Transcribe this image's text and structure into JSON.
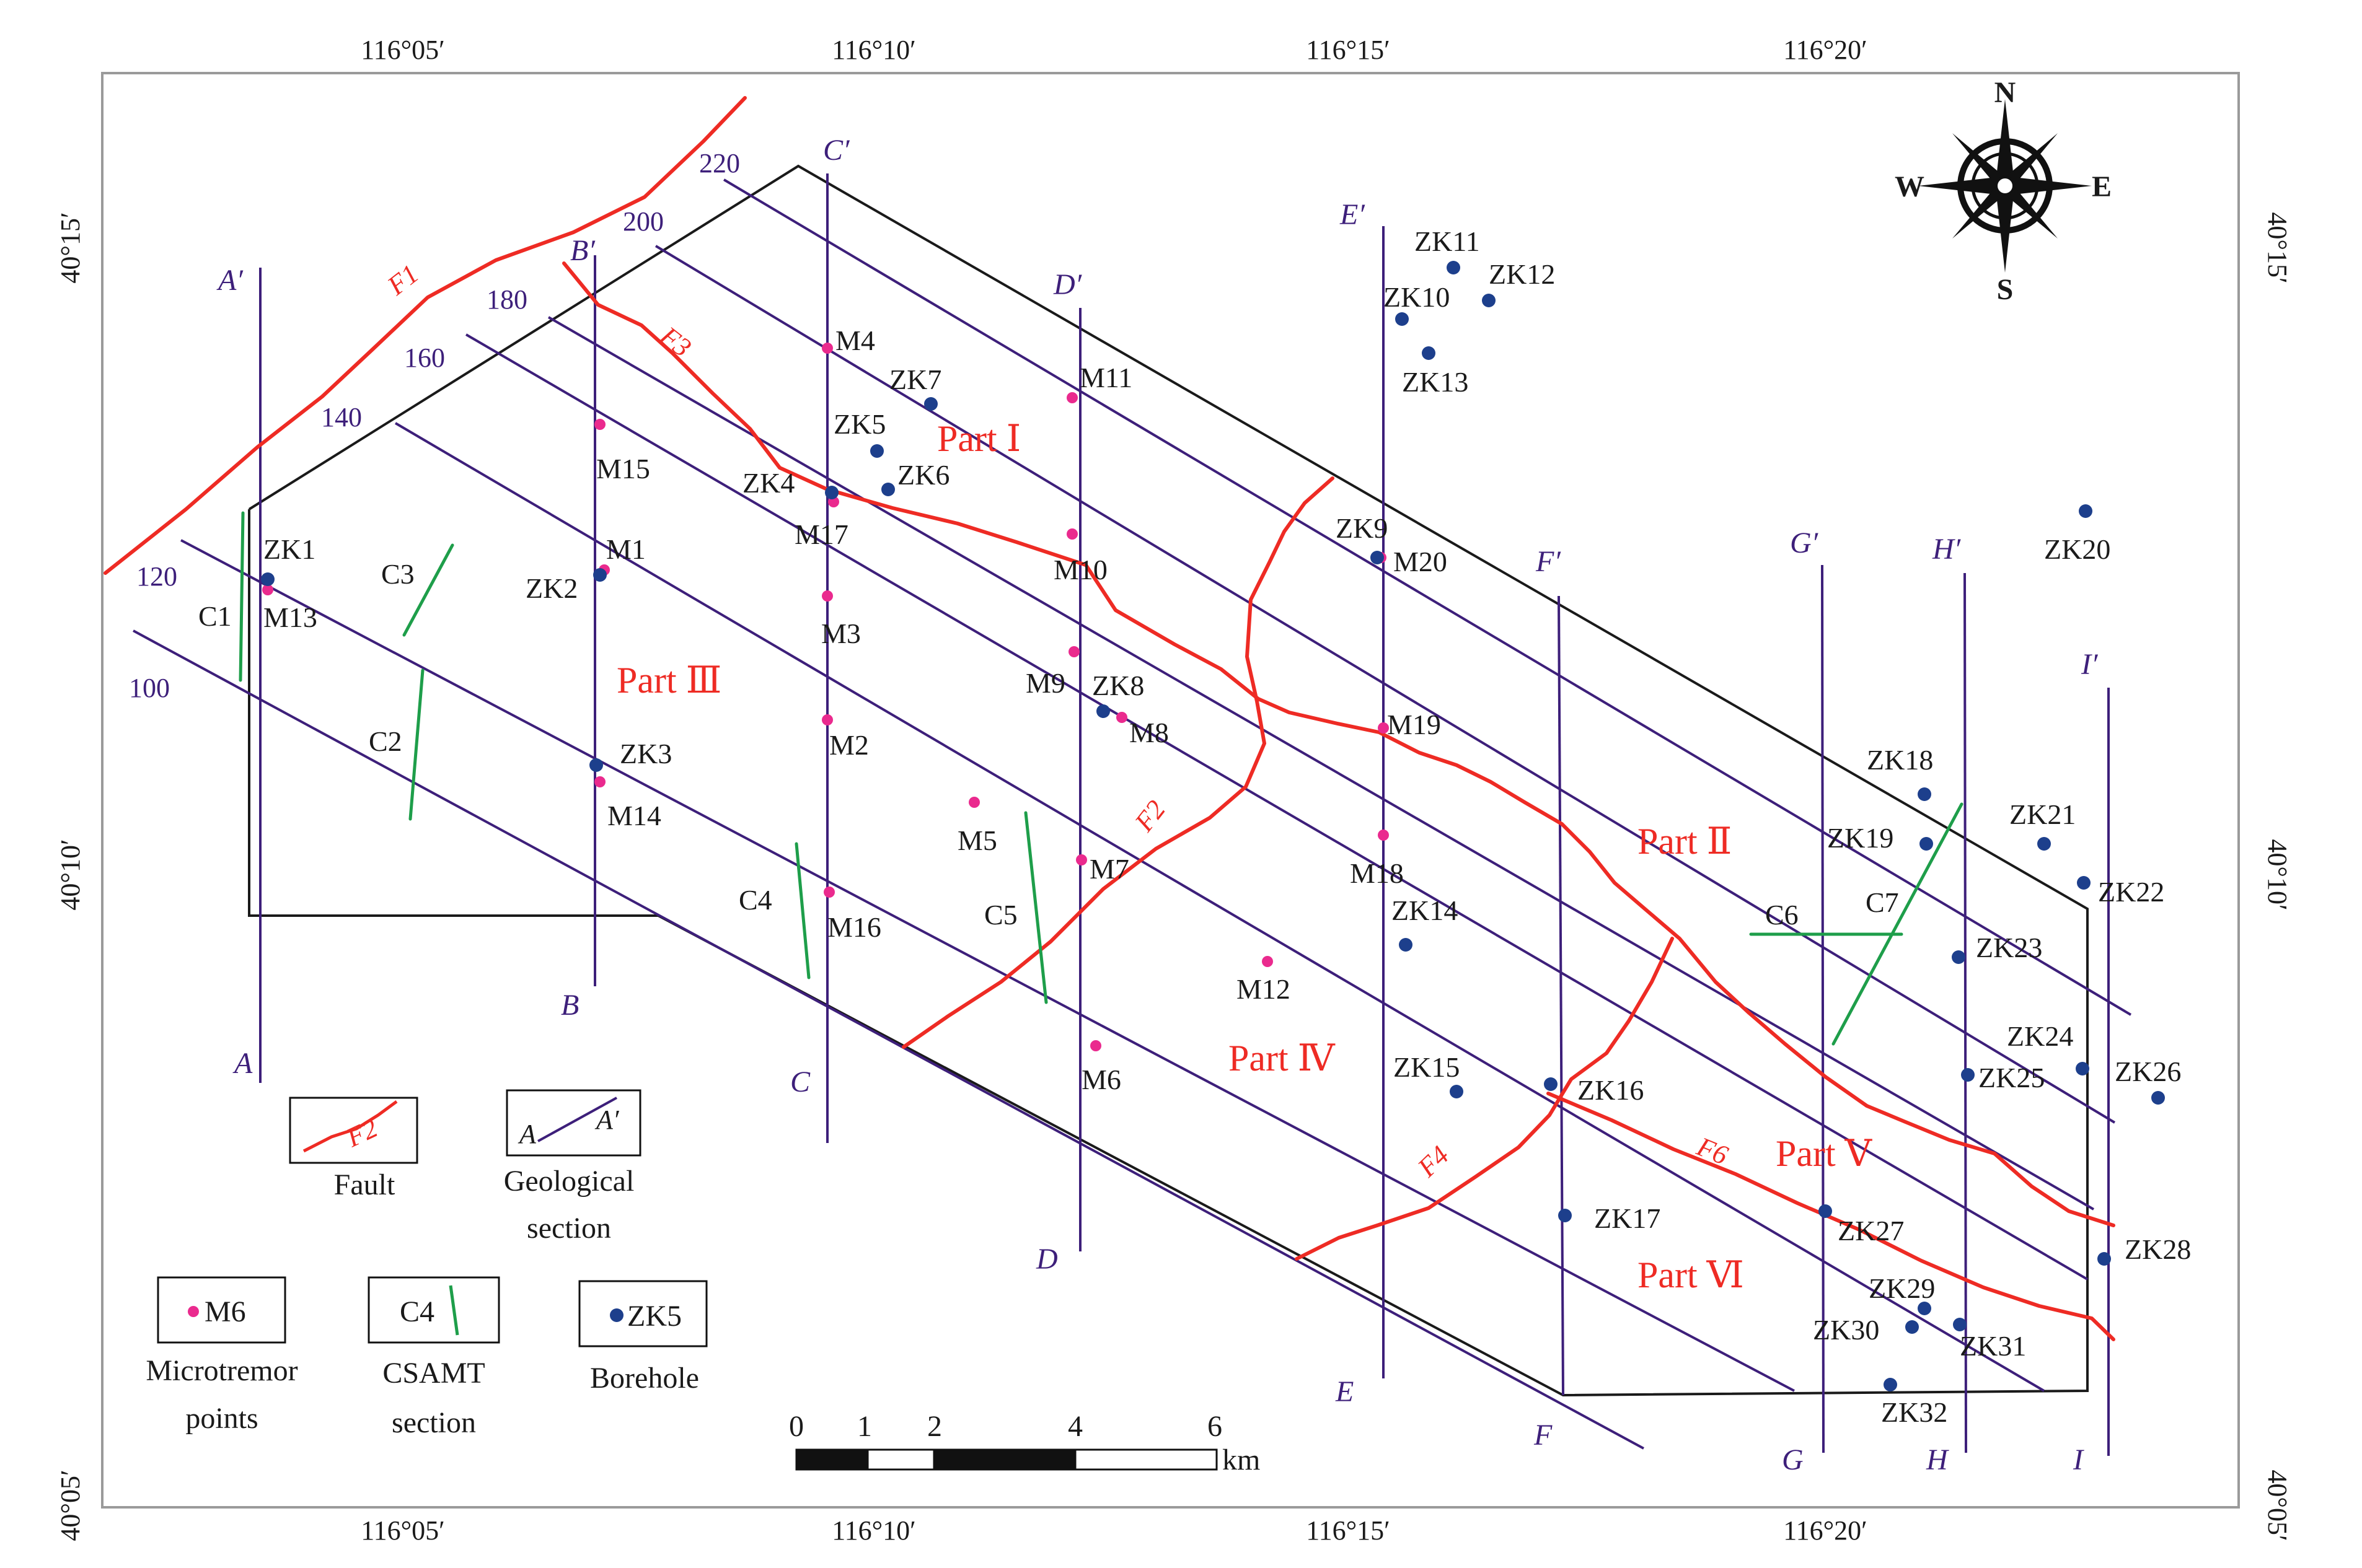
{
  "colors": {
    "fault": "#ee2b24",
    "section": "#3d1f7a",
    "csamt": "#1e9e4a",
    "micro": "#ea2a8e",
    "borehole": "#1d3f8c",
    "frame": "#9a9a9a"
  },
  "axes": {
    "top": [
      "116°05′",
      "116°10′",
      "116°15′",
      "116°20′"
    ],
    "bottom": [
      "116°05′",
      "116°10′",
      "116°15′",
      "116°20′"
    ],
    "left": [
      "40°15′",
      "40°10′",
      "40°05′"
    ],
    "right": [
      "40°15′",
      "40°10′",
      "40°05′"
    ]
  },
  "compass": {
    "n": "N",
    "s": "S",
    "e": "E",
    "w": "W",
    "icon": "compass-rose-icon"
  },
  "sections": [
    {
      "top": "A′",
      "bottom": "A"
    },
    {
      "top": "B′",
      "bottom": "B"
    },
    {
      "top": "C′",
      "bottom": "C"
    },
    {
      "top": "D′",
      "bottom": "D"
    },
    {
      "top": "E′",
      "bottom": "E"
    },
    {
      "top": "F′",
      "bottom": "F"
    },
    {
      "top": "G′",
      "bottom": "G"
    },
    {
      "top": "H′",
      "bottom": "H"
    },
    {
      "top": "I′",
      "bottom": "I"
    }
  ],
  "lines": [
    "100",
    "120",
    "140",
    "160",
    "180",
    "200",
    "220"
  ],
  "faults": [
    "F1",
    "F2",
    "F3",
    "F4",
    "F6"
  ],
  "parts": [
    "Part Ⅰ",
    "Part Ⅱ",
    "Part Ⅲ",
    "Part Ⅳ",
    "Part Ⅴ",
    "Part Ⅵ"
  ],
  "csamt": [
    "C1",
    "C2",
    "C3",
    "C4",
    "C5",
    "C6",
    "C7"
  ],
  "micro": [
    "M1",
    "M2",
    "M3",
    "M4",
    "M5",
    "M6",
    "M7",
    "M8",
    "M9",
    "M10",
    "M11",
    "M12",
    "M13",
    "M14",
    "M15",
    "M16",
    "M17",
    "M18",
    "M19",
    "M20"
  ],
  "boreholes": [
    "ZK1",
    "ZK2",
    "ZK3",
    "ZK4",
    "ZK5",
    "ZK6",
    "ZK7",
    "ZK8",
    "ZK9",
    "ZK10",
    "ZK11",
    "ZK12",
    "ZK13",
    "ZK14",
    "ZK15",
    "ZK16",
    "ZK17",
    "ZK18",
    "ZK19",
    "ZK20",
    "ZK21",
    "ZK22",
    "ZK23",
    "ZK24",
    "ZK25",
    "ZK26",
    "ZK27",
    "ZK28",
    "ZK29",
    "ZK30",
    "ZK31",
    "ZK32"
  ],
  "legend": {
    "fault_sample": "F2",
    "fault": "Fault",
    "section_a": "A",
    "section_b": "A′",
    "section_line1": "Geological",
    "section_line2": "section",
    "micro_sample": "M6",
    "micro_line1": "Microtremor",
    "micro_line2": "points",
    "csamt_sample": "C4",
    "csamt_line1": "CSAMT",
    "csamt_line2": "section",
    "bore_sample": "ZK5",
    "bore": "Borehole"
  },
  "scale": {
    "ticks": [
      "0",
      "1",
      "2",
      "4",
      "6"
    ],
    "unit": "km"
  }
}
